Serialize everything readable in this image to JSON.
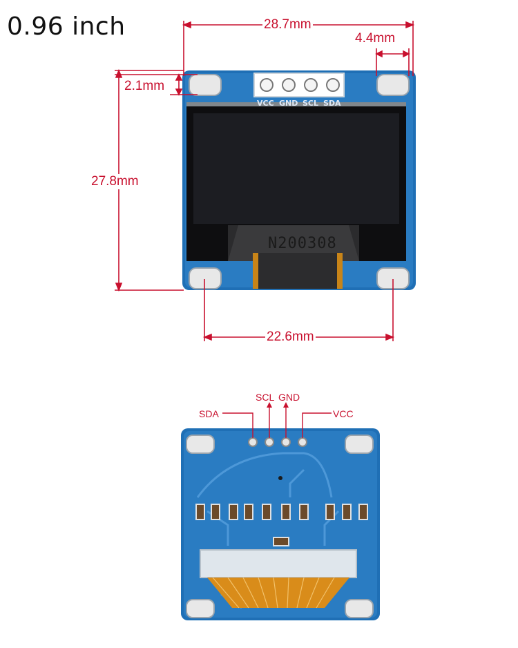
{
  "title": "0.96 inch",
  "dimensions": {
    "width": "28.7mm",
    "pin_offset": "4.4mm",
    "hole_offset": "2.1mm",
    "height": "27.8mm",
    "hole_spacing": "22.6mm"
  },
  "front_silkscreen": [
    "VCC",
    "GND",
    "SCL",
    "SDA"
  ],
  "chip_label": "N200308",
  "back_pins": {
    "sda": "SDA",
    "scl": "SCL",
    "gnd": "GND",
    "vcc": "VCC"
  },
  "colors": {
    "dimension": "#c8102e",
    "pcb": "#1f6fb5",
    "screen": "#111111",
    "flex": "#d98c1a"
  }
}
